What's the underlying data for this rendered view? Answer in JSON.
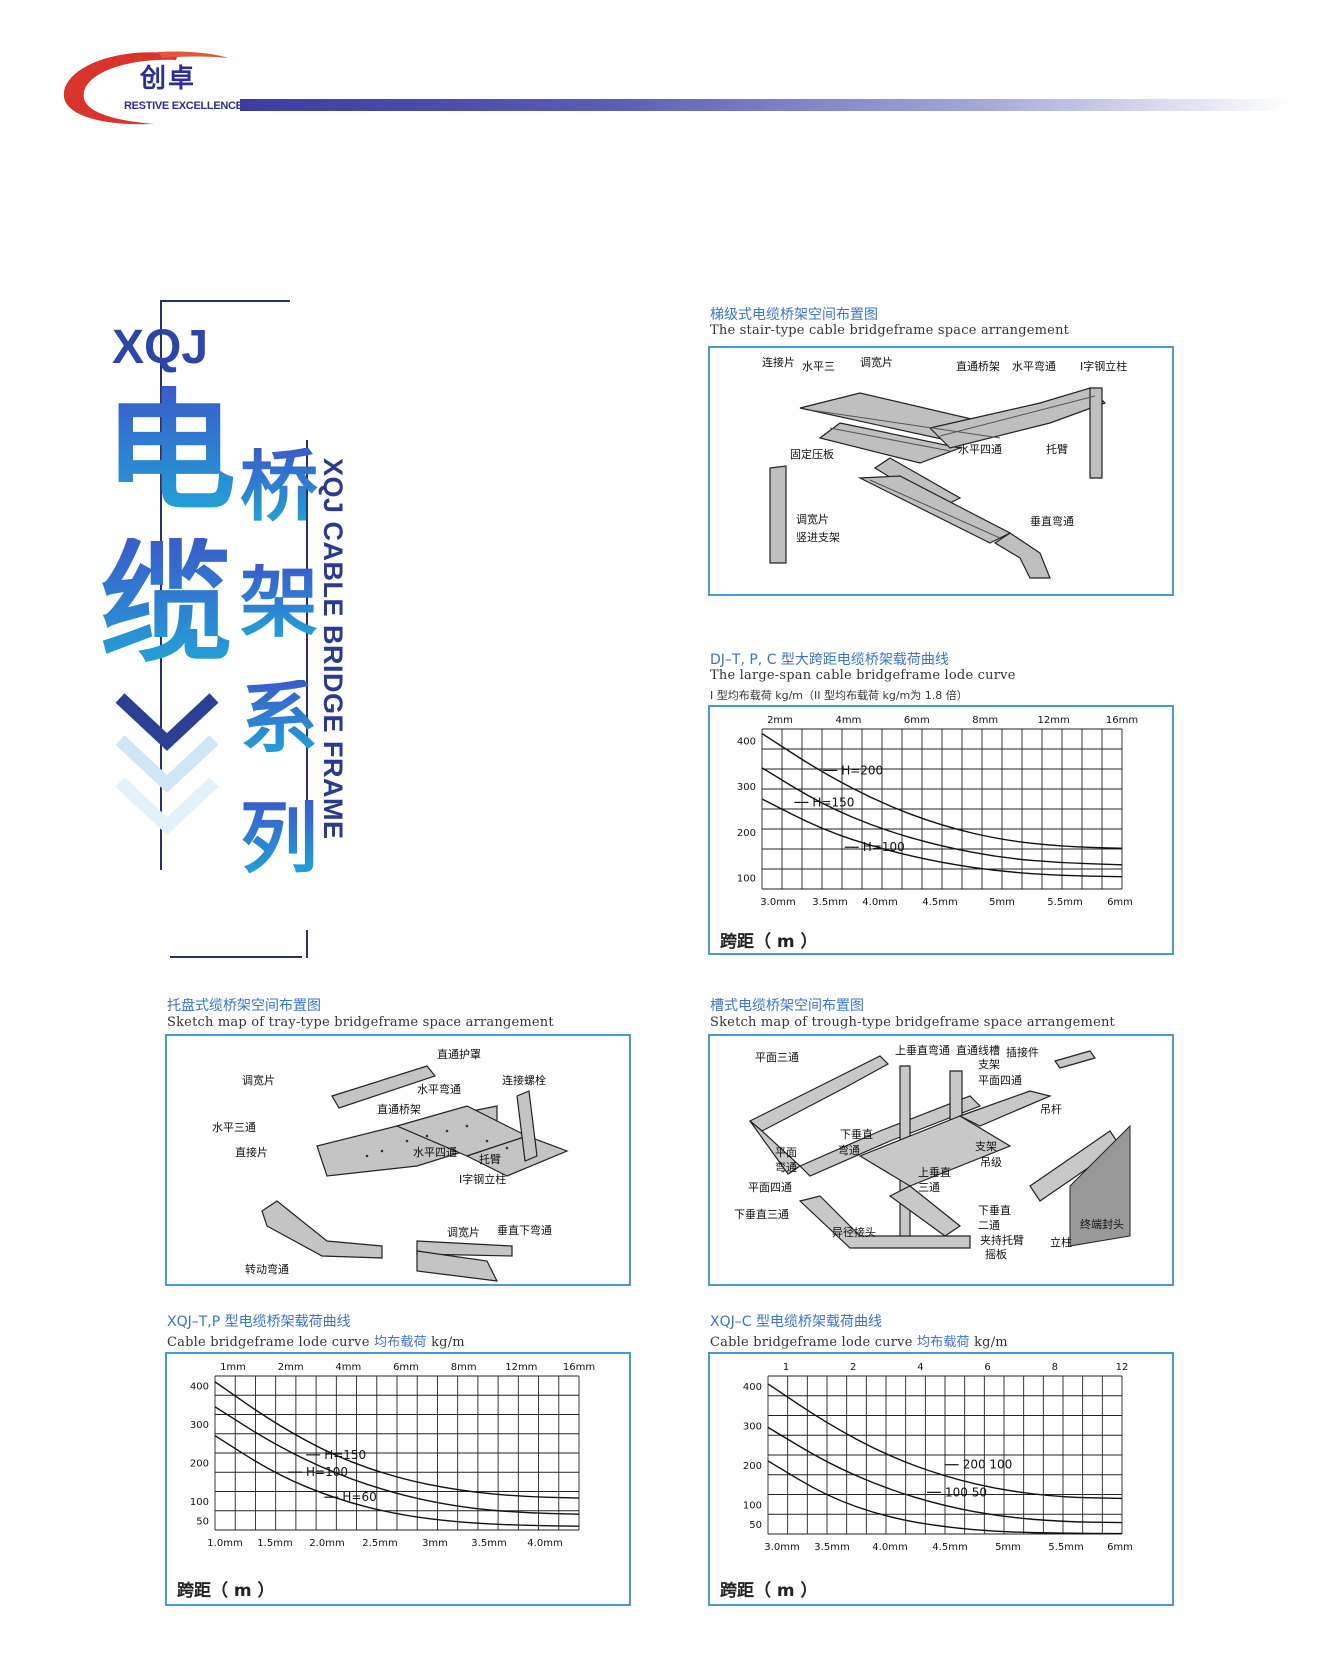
{
  "header": {
    "brand_zh": "创卓",
    "brand_en": "RESTIVE EXCELLENCE"
  },
  "title_block": {
    "series_code": "XQJ",
    "big_char_1": "电",
    "big_char_2": "缆",
    "mid_chars": [
      "桥",
      "架",
      "系",
      "列"
    ],
    "english_title": "XQJ CABLE BRIDGE FRAME"
  },
  "sections": {
    "stair": {
      "title_zh": "梯级式电缆桥架空间布置图",
      "title_en": "The stair-type cable bridgeframe space arrangement",
      "labels": [
        "连接片",
        "水平三",
        "调宽片",
        "直通桥架",
        "水平弯通",
        "I字钢立柱",
        "固定压板",
        "水平四通",
        "托臂",
        "调宽片",
        "竖进支架",
        "垂直弯通"
      ]
    },
    "dj_curve": {
      "title_zh": "DJ–T, P, C 型大跨距电缆桥架载荷曲线",
      "title_en": "The large-span cable bridgeframe lode curve",
      "note": "I 型均布载荷 kg/m（II 型均布载荷 kg/m为 1.8 倍）",
      "span_label": "跨距（ m ）"
    },
    "tray": {
      "title_zh": "托盘式缆桥架空间布置图",
      "title_en": "Sketch map of tray-type bridgeframe space arrangement",
      "labels": [
        "直通护罩",
        "调宽片",
        "水平弯通",
        "连接螺栓",
        "直通桥架",
        "水平三通",
        "直接片",
        "水平四通",
        "托臂",
        "I字钢立柱",
        "调宽片",
        "垂直下弯通",
        "转动弯通"
      ]
    },
    "trough": {
      "title_zh": "槽式电缆桥架空间布置图",
      "title_en": "Sketch map of trough-type bridgeframe space arrangement",
      "labels": [
        "平面三通",
        "上垂直弯通",
        "直通线槽",
        "插接件",
        "支架",
        "平面四通",
        "吊杆",
        "下垂直",
        "弯通",
        "平面",
        "弯通",
        "支架",
        "吊级",
        "平面四通",
        "上垂直",
        "三通",
        "下垂直三通",
        "异径接头",
        "下垂直",
        "二通",
        "夹持托臂",
        "终端封头",
        "立柱",
        "摇板"
      ]
    },
    "tp_curve": {
      "title_zh": "XQJ–T,P 型电缆桥架载荷曲线",
      "title_en_prefix": "Cable bridgeframe lode curve",
      "title_zh_inline": "均布载荷",
      "title_unit": "kg/m",
      "span_label": "跨距（ m ）"
    },
    "c_curve": {
      "title_zh": "XQJ–C 型电缆桥架载荷曲线",
      "title_en_prefix": "Cable bridgeframe lode curve",
      "title_zh_inline": "均布载荷",
      "title_unit": "kg/m",
      "span_label": "跨距（ m ）"
    }
  },
  "chart_data": [
    {
      "type": "line",
      "id": "dj",
      "xlabel": "跨距（ m ）",
      "x_ticks": [
        "3.0mm",
        "3.5mm",
        "4.0mm",
        "4.5mm",
        "5mm",
        "5.5mm",
        "6mm"
      ],
      "x": [
        3.0,
        3.5,
        4.0,
        4.5,
        5.0,
        5.5,
        6.0
      ],
      "top_ticks": [
        "2mm",
        "4mm",
        "6mm",
        "8mm",
        "12mm",
        "16mm"
      ],
      "y_ticks": [
        "400",
        "300",
        "200",
        "100"
      ],
      "ylim": [
        75,
        425
      ],
      "series": [
        {
          "name": "H=200",
          "values": [
            415,
            330,
            262,
            213,
            182,
            168,
            164
          ]
        },
        {
          "name": "H=150",
          "values": [
            340,
            260,
            205,
            168,
            143,
            132,
            128
          ]
        },
        {
          "name": "H=100",
          "values": [
            272,
            205,
            162,
            132,
            113,
            104,
            102
          ]
        }
      ]
    },
    {
      "type": "line",
      "id": "tp",
      "xlabel": "跨距（ m ）",
      "x_ticks": [
        "1.0mm",
        "1.5mm",
        "2.0mm",
        "2.5mm",
        "3mm",
        "3.5mm",
        "4.0mm"
      ],
      "x": [
        1.0,
        1.5,
        2.0,
        2.5,
        3.0,
        3.5,
        4.0
      ],
      "top_ticks": [
        "1mm",
        "2mm",
        "4mm",
        "6mm",
        "8mm",
        "12mm",
        "16mm"
      ],
      "y_ticks": [
        "400",
        "300",
        "200",
        "100",
        "50"
      ],
      "ylim": [
        25,
        425
      ],
      "series": [
        {
          "name": "H=150",
          "values": [
            410,
            300,
            215,
            160,
            128,
            112,
            108
          ]
        },
        {
          "name": "H=100",
          "values": [
            345,
            245,
            170,
            118,
            85,
            70,
            66
          ]
        },
        {
          "name": "H=60",
          "values": [
            270,
            170,
            105,
            65,
            45,
            37,
            35
          ]
        }
      ]
    },
    {
      "type": "line",
      "id": "c",
      "xlabel": "跨距（ m ）",
      "x_ticks": [
        "3.0mm",
        "3.5mm",
        "4.0mm",
        "4.5mm",
        "5mm",
        "5.5mm",
        "6mm"
      ],
      "x": [
        3.0,
        3.5,
        4.0,
        4.5,
        5.0,
        5.5,
        6.0
      ],
      "top_ticks": [
        "1",
        "2",
        "4",
        "6",
        "8",
        "12"
      ],
      "y_ticks": [
        "400",
        "300",
        "200",
        "100",
        "50"
      ],
      "ylim": [
        25,
        425
      ],
      "series": [
        {
          "name": "200 100",
          "values": [
            405,
            305,
            225,
            170,
            135,
            118,
            115
          ]
        },
        {
          "name": "100 50",
          "values": [
            295,
            205,
            140,
            95,
            68,
            56,
            54
          ]
        },
        {
          "name": "",
          "values": [
            210,
            120,
            68,
            42,
            30,
            27,
            26
          ]
        }
      ]
    }
  ],
  "colors": {
    "accent_blue": "#3b74c9",
    "panel_border": "#4a9ad2",
    "navy": "#2b2f8f",
    "logo_red": "#d9342b"
  }
}
